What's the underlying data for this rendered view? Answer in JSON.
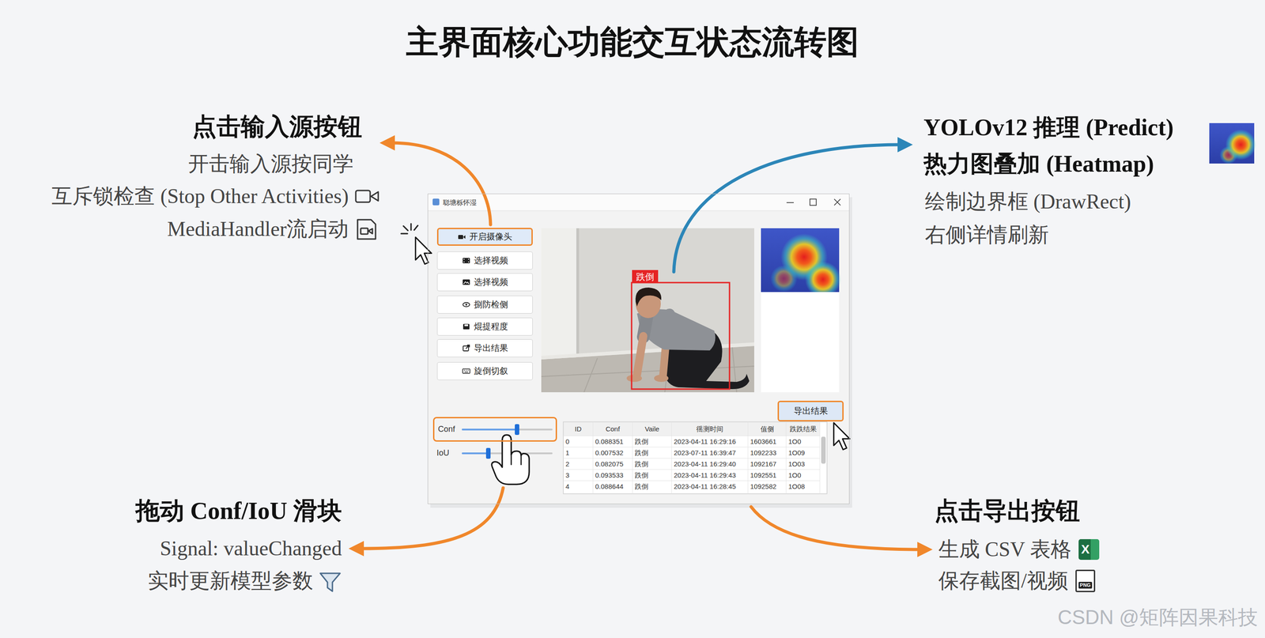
{
  "diagram": {
    "title": "主界面核心功能交互状态流转图",
    "nodes": [
      {
        "text": [
          "聪塘栎怀湿"
        ]
      },
      {
        "text": [
          "开启摄像头"
        ],
        "in": 0
      },
      {
        "text": [
          "选择视频"
        ],
        "in": 0
      },
      {
        "text": [
          "选择视频"
        ],
        "in": 0
      },
      {
        "text": [
          "捌防检侧"
        ],
        "in": 0
      },
      {
        "text": [
          "焜提程度"
        ],
        "in": 0
      },
      {
        "text": [
          "导出结果"
        ],
        "in": 0
      },
      {
        "text": [
          "旋倒切叙"
        ],
        "in": 0
      },
      {
        "text": [
          "跌倒"
        ],
        "in": 0
      },
      {
        "text": [
          "导出结果"
        ],
        "in": 0
      },
      {
        "text": [
          "Conf"
        ],
        "in": 0
      }
    ],
    "labels": [
      "点击输入源按钮",
      "开击输入源按同学",
      "互斥锁检查 (Stop Other Activities)",
      "MediaHandler流启动",
      "YOLOv12 推理 (Predict)",
      "热力图叠加 (Heatmap)",
      "绘制边界框 (DrawRect)",
      "右侧详情刷新",
      "拖动 Conf/IoU 滑块",
      "Signal: valueChanged",
      "实时更新模型参数",
      "点击导出按钮",
      "生成 CSV 表格",
      "保存截图/视频",
      "X",
      "PNG",
      "IoU",
      "ID",
      "Conf",
      "Vaile",
      "徭测时间",
      "值侧",
      "跌跌结果",
      "0",
      "0.088351",
      "跌倒",
      "2023-04-11 16:29:16",
      "1603661",
      "1O0",
      "1",
      "0.007532",
      "跌倒",
      "2023-07-11 16:39:47",
      "1092233",
      "1O09",
      "2",
      "0.082075",
      "跌倒",
      "2023-04-11 16:29:40",
      "1092167",
      "1O03",
      "3",
      "0.093533",
      "跌倒",
      "2023-04-11 16:29:43",
      "1092551",
      "1O0",
      "4",
      "0.088644",
      "跌倒",
      "2023-04-11 16:28:45",
      "1092582",
      "1O08",
      "CSDN @矩阵因果科技"
    ]
  }
}
